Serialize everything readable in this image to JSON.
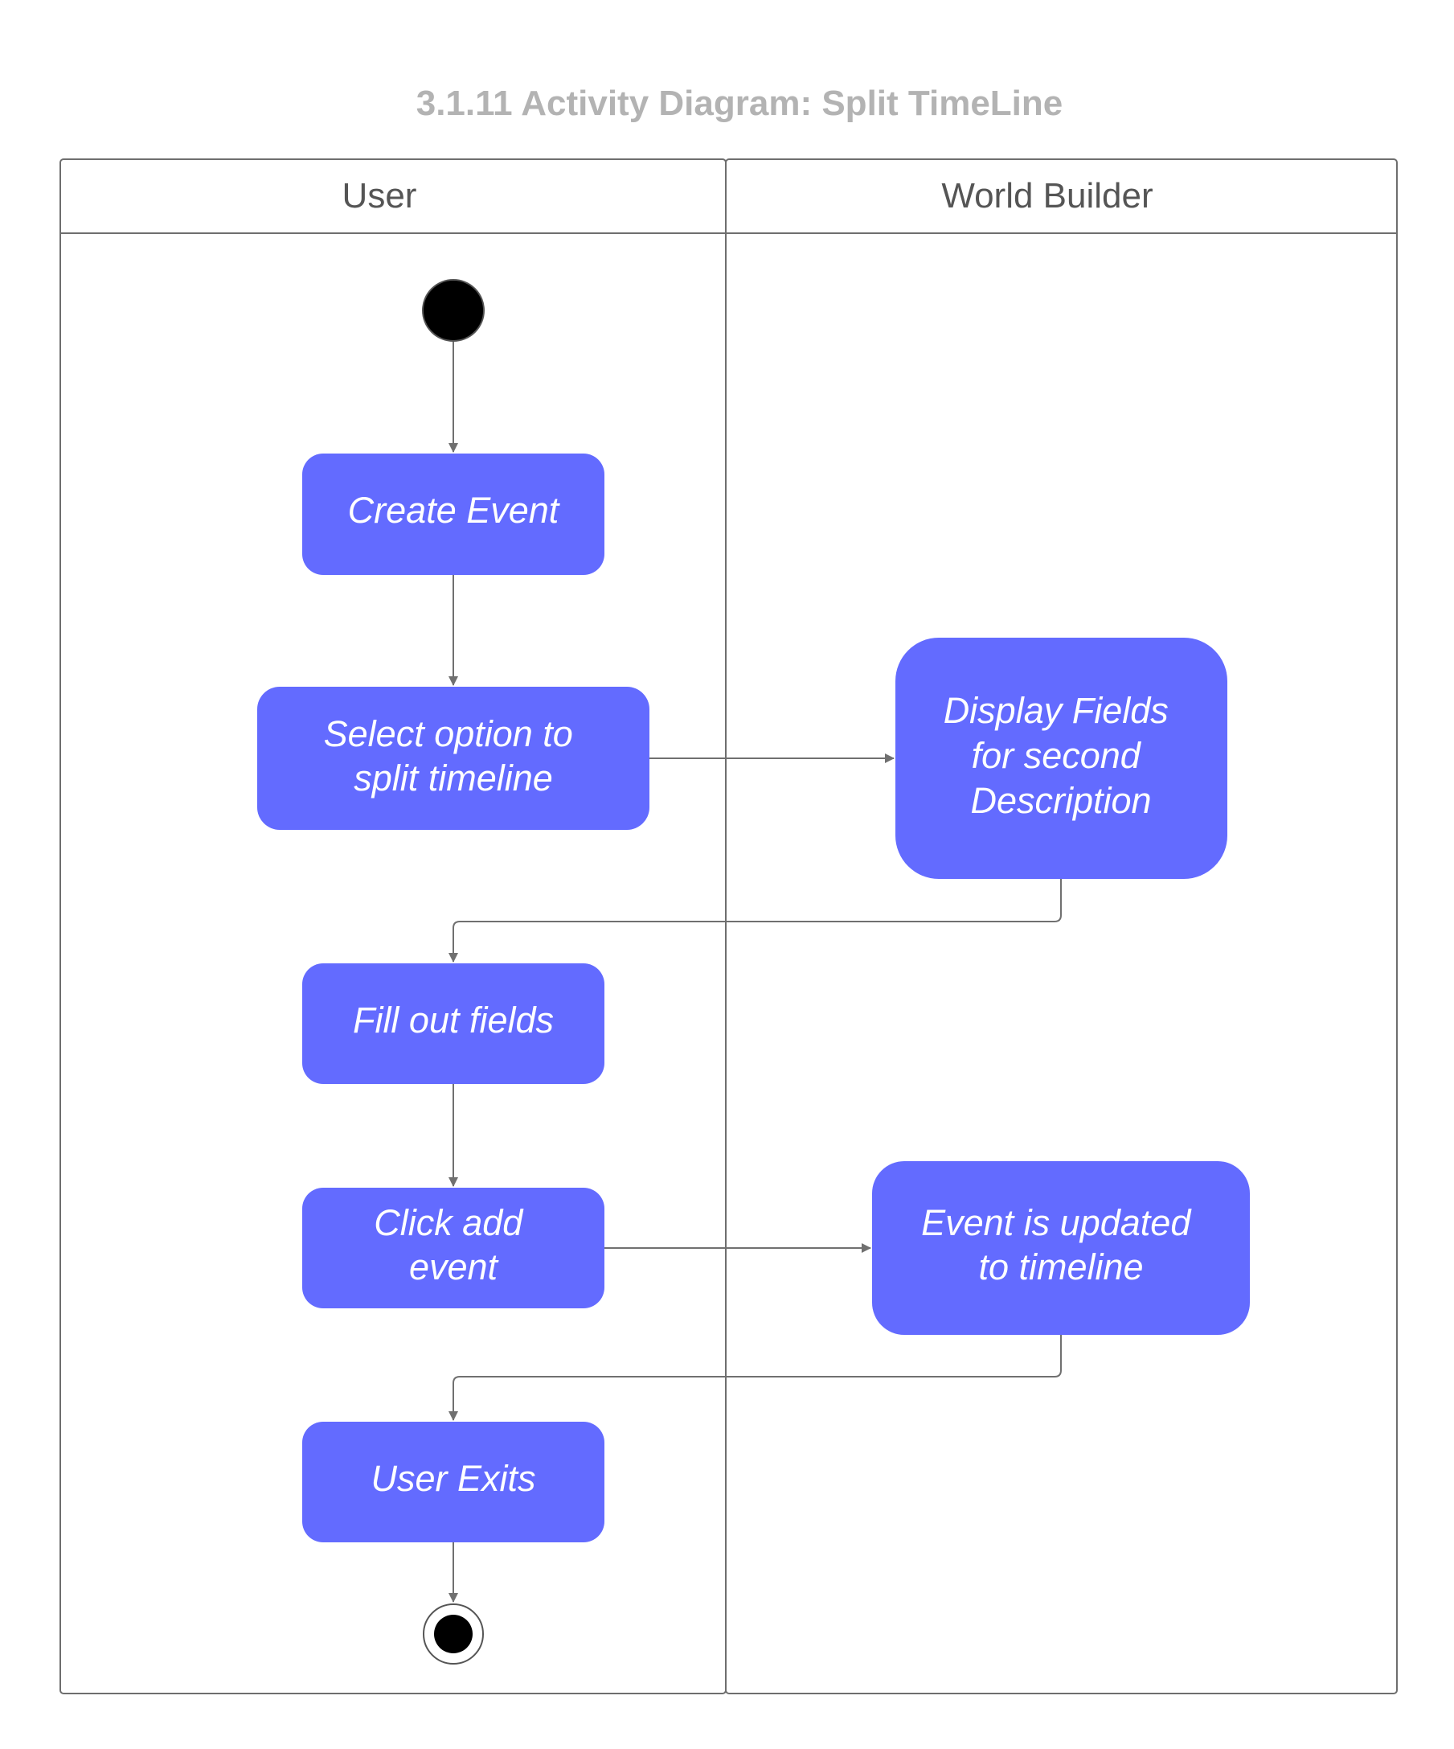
{
  "diagram": {
    "title": "3.1.11 Activity Diagram: Split TimeLine",
    "lanes": {
      "user": "User",
      "world_builder": "World Builder"
    },
    "activities": {
      "create_event": [
        "Create Event"
      ],
      "select_option": [
        "Select option to",
        "split timeline"
      ],
      "display_fields": [
        "Display Fields",
        "for second",
        "Description"
      ],
      "fill_fields": [
        "Fill out fields"
      ],
      "click_add": [
        "Click add",
        "event"
      ],
      "event_updated": [
        "Event is updated",
        "to timeline"
      ],
      "user_exits": [
        "User Exits"
      ]
    },
    "colors": {
      "activity_fill": "#636bff",
      "activity_text": "#ffffff",
      "line": "#707070",
      "node_black": "#000000",
      "title": "#b3b3b3",
      "lane_text": "#555555"
    }
  }
}
